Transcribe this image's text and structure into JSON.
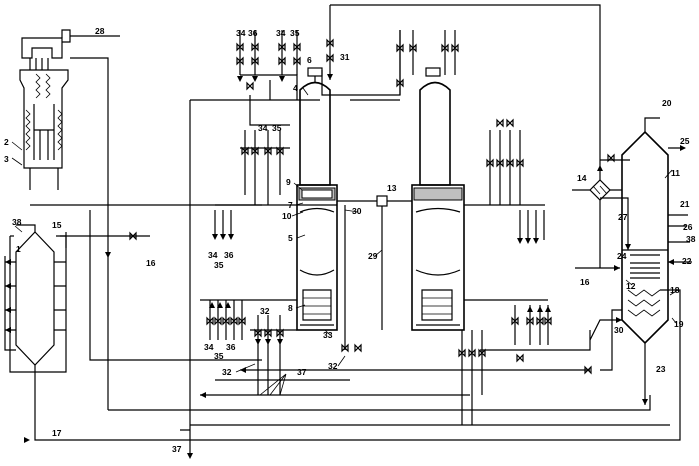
{
  "labels": {
    "n1": "1",
    "n2": "2",
    "n3": "3",
    "n4": "4",
    "n5": "5",
    "n6": "6",
    "n7": "7",
    "n8": "8",
    "n9": "9",
    "n10": "10",
    "n11": "11",
    "n12": "12",
    "n13": "13",
    "n14": "14",
    "n15": "15",
    "n16": "16",
    "n16b": "16",
    "n17": "17",
    "n18": "18",
    "n19": "19",
    "n20": "20",
    "n21": "21",
    "n22": "22",
    "n23": "23",
    "n24": "24",
    "n25": "25",
    "n26": "26",
    "n27": "27",
    "n28": "28",
    "n29": "29",
    "n30": "30",
    "n30b": "30",
    "n31": "31",
    "n32a": "32",
    "n32b": "32",
    "n32c": "32",
    "n33": "33",
    "n34a": "34",
    "n36a": "36",
    "n34b": "34",
    "n35b": "35",
    "n34c": "34",
    "n35c": "35",
    "n34d": "34",
    "n35d": "35",
    "n36d": "36",
    "n34e": "34",
    "n35e": "35",
    "n36e": "36",
    "n37a": "37",
    "n37b": "37",
    "n38a": "38",
    "n38b": "38"
  }
}
